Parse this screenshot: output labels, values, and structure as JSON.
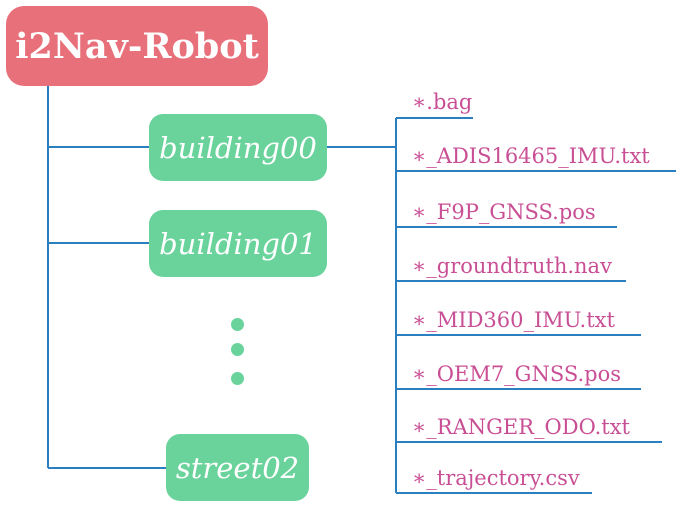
{
  "colors": {
    "root_fill": "#e8707a",
    "folder_fill": "#6ad39b",
    "line": "#2a7fc0",
    "file_text": "#c94f95",
    "dots": "#6ad39b"
  },
  "root": {
    "label": "i2Nav-Robot"
  },
  "folders": [
    {
      "label": "building00"
    },
    {
      "label": "building01"
    },
    {
      "label": "street02"
    }
  ],
  "ellipsis": {
    "icon": "vertical-ellipsis-icon"
  },
  "files": [
    {
      "label": "∗.bag"
    },
    {
      "label": "∗_ADIS16465_IMU.txt"
    },
    {
      "label": "∗_F9P_GNSS.pos"
    },
    {
      "label": "∗_groundtruth.nav"
    },
    {
      "label": "∗_MID360_IMU.txt"
    },
    {
      "label": "∗_OEM7_GNSS.pos"
    },
    {
      "label": "∗_RANGER_ODO.txt"
    },
    {
      "label": "∗_trajectory.csv"
    }
  ]
}
